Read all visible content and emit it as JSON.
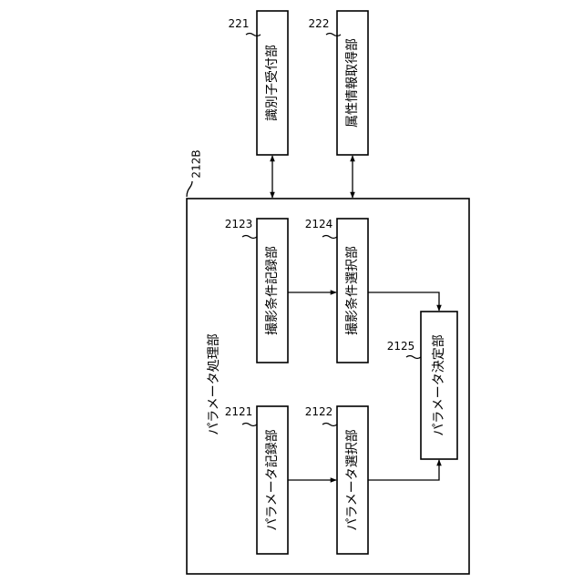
{
  "outer": {
    "ref": "212B",
    "title": "パラメータ処理部"
  },
  "blocks": {
    "b221": {
      "ref": "221",
      "label": "識別子受付部"
    },
    "b222": {
      "ref": "222",
      "label": "属性情報取得部"
    },
    "b2123": {
      "ref": "2123",
      "label": "撮影条件記録部"
    },
    "b2124": {
      "ref": "2124",
      "label": "撮影条件選択部"
    },
    "b2121": {
      "ref": "2121",
      "label": "パラメータ記録部"
    },
    "b2122": {
      "ref": "2122",
      "label": "パラメータ選択部"
    },
    "b2125": {
      "ref": "2125",
      "label": "パラメータ決定部"
    }
  }
}
